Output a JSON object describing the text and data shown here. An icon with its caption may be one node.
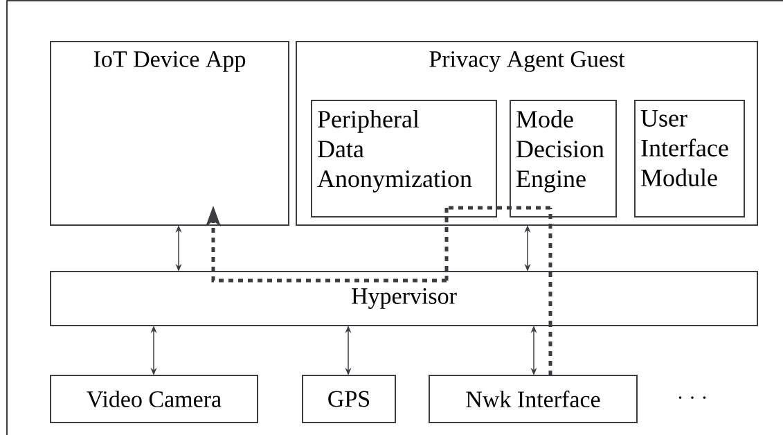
{
  "diagram": {
    "nodes": [
      {
        "text": [
          "IoT Device App"
        ]
      },
      {
        "text": [
          "Privacy Agent Guest"
        ]
      },
      {
        "text": [
          "Peripheral Data Anonymization"
        ],
        "in": 1
      },
      {
        "text": [
          "Mode Decision Engine"
        ],
        "in": 1
      },
      {
        "text": [
          "User Interface Module"
        ],
        "in": 1
      },
      {
        "text": [
          "Hypervisor"
        ]
      },
      {
        "text": [
          "Video Camera"
        ]
      },
      {
        "text": [
          "GPS"
        ]
      },
      {
        "text": [
          "Nwk Interface"
        ]
      }
    ],
    "edges": [
      {
        "from": 0,
        "to": 5,
        "arrow": "both"
      },
      {
        "from": 1,
        "to": 5,
        "arrow": "both"
      },
      {
        "from": 5,
        "to": 6,
        "arrow": "both"
      },
      {
        "from": 5,
        "to": 7,
        "arrow": "both"
      },
      {
        "from": 5,
        "to": 8,
        "arrow": "both"
      },
      {
        "from": 8,
        "to": 5,
        "arrow": "none",
        "style": "dashed"
      },
      {
        "from": 5,
        "to": 3,
        "arrow": "none",
        "style": "dashed"
      },
      {
        "from": 3,
        "to": 2,
        "arrow": "none",
        "style": "dashed"
      },
      {
        "from": 2,
        "to": 5,
        "arrow": "none",
        "style": "dashed"
      },
      {
        "from": 5,
        "to": 0,
        "arrow": "to",
        "style": "dashed"
      }
    ],
    "labels": [
      "· · ·"
    ]
  }
}
